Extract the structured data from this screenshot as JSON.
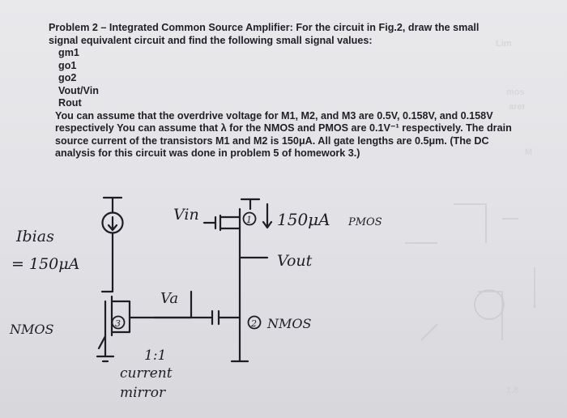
{
  "problem": {
    "title": "Problem 2 – Integrated Common Source Amplifier:",
    "title_rest": "For the circuit in Fig.2, draw the small",
    "line2": "signal equivalent circuit and find the following small signal values:",
    "items": [
      "gm1",
      "go1",
      "go2",
      "Vout/Vin",
      "Rout"
    ],
    "para_lines": [
      "You can assume that the overdrive voltage for M1, M2, and M3 are 0.5V, 0.158V, and 0.158V",
      "respectively You can assume that λ for the NMOS and PMOS are 0.1V⁻¹ respectively.  The drain",
      "source current of the transistors M1 and M2 is 150μA. All gate lengths are 0.5μm. (The DC",
      "analysis for this circuit was done in problem 5 of homework 3.)"
    ]
  },
  "sketch": {
    "ibias_label": "Ibias",
    "ibias_value": "= 150μA",
    "vin_label": "Vin",
    "source_value": "150μA",
    "pmos_label": "PMOS",
    "vout_label": "Vout",
    "va_label": "Va",
    "nmos_left_label": "NMOS",
    "m3_label": "3",
    "m1_label": "1",
    "m2_label": "2",
    "nmos_right_label": "NMOS",
    "mirror_ratio": "1:1",
    "mirror_word1": "current",
    "mirror_word2": "mirror"
  }
}
